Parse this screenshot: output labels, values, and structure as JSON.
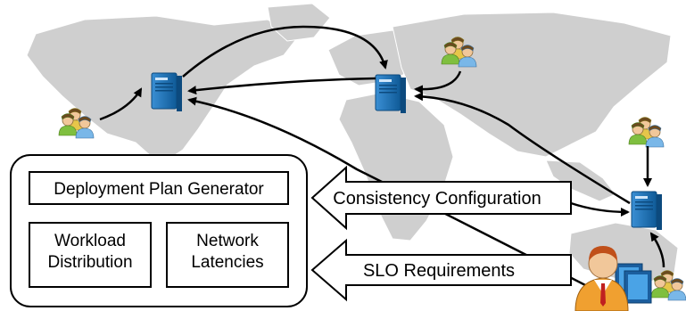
{
  "panel": {
    "generator_label": "Deployment Plan Generator",
    "workload_line1": "Workload",
    "workload_line2": "Distribution",
    "latency_line1": "Network",
    "latency_line2": "Latencies"
  },
  "arrows": {
    "consistency_label": "Consistency Configuration",
    "slo_label": "SLO Requirements"
  },
  "colors": {
    "map_land": "#cfcfcf",
    "server_blue": "#1b6fb3",
    "arrow_line": "#000000"
  }
}
